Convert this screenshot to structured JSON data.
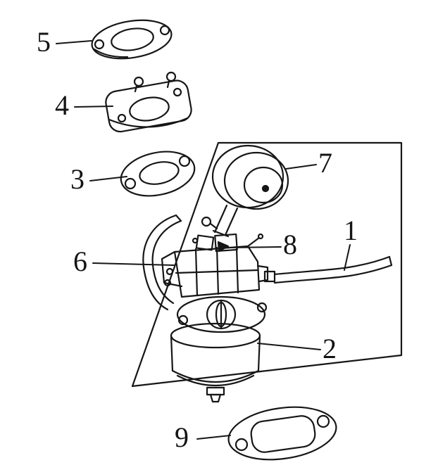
{
  "diagram": {
    "title": "carburetor-exploded-parts-diagram",
    "background_color": "#ffffff",
    "line_color": "#161616",
    "parts": [
      {
        "label": "1",
        "name": "fuel-pipe"
      },
      {
        "label": "2",
        "name": "float-bowl"
      },
      {
        "label": "3",
        "name": "carburetor-gasket"
      },
      {
        "label": "4",
        "name": "insulator-spacer"
      },
      {
        "label": "5",
        "name": "intake-gasket"
      },
      {
        "label": "6",
        "name": "carburetor-assembly-boundary"
      },
      {
        "label": "7",
        "name": "intake-cap"
      },
      {
        "label": "8",
        "name": "choke-fitting"
      },
      {
        "label": "9",
        "name": "air-cleaner-gasket"
      }
    ]
  }
}
